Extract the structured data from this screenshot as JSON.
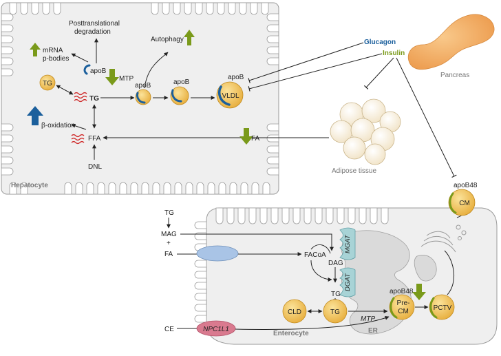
{
  "hepatocyte": {
    "cell_label": "Hepatocyte",
    "posttrans_line1": "Posttranslational",
    "posttrans_line2": "degradation",
    "mrna_line1": "mRNA",
    "mrna_line2": "p-bodies",
    "apob_small": "apoB",
    "mtp": "MTP",
    "autophagy": "Autophagy",
    "apob_mid1": "apoB",
    "apob_mid2": "apoB",
    "apob_vldl": "apoB",
    "vldl": "VLDL",
    "tg_circle": "TG",
    "tg_bold": "TG",
    "beta_ox": "β-oxidation",
    "ffa": "FFA",
    "dnl": "DNL",
    "fa_in": "FA"
  },
  "hormones": {
    "glucagon": "Glucagon",
    "insulin": "Insulin",
    "glucagon_color": "#1b5f9c",
    "insulin_color": "#7a9a1a"
  },
  "organs": {
    "pancreas": "Pancreas",
    "adipose": "Adipose tissue"
  },
  "enterocyte": {
    "cell_label": "Enterocyte",
    "er_label": "ER",
    "tg_top": "TG",
    "mag": "MAG",
    "plus": "+",
    "fa": "FA",
    "facoa": "FACoA",
    "dag": "DAG",
    "mgat": "MGAT",
    "dgat": "DGAT",
    "tg_mid": "TG",
    "cld": "CLD",
    "tg_circle": "TG",
    "mtp": "MTP",
    "apob48_precm": "apoB48",
    "pre_cm_line1": "Pre-",
    "pre_cm_line2": "CM",
    "pctv": "PCTV",
    "apob48_cm": "apoB48",
    "cm": "CM",
    "ce": "CE",
    "npc1l1": "NPC1L1"
  },
  "colors": {
    "up_arrow_green": "#7a9a1a",
    "up_arrow_blue": "#1b5f9c",
    "lipoprotein_fill": "#f3c55b",
    "transporter_blue": "#a9c4e6",
    "npc1l1_fill": "#d97a8f",
    "enzyme_teal": "#a8d3d6",
    "pancreas_fill": "#f4b06a"
  }
}
